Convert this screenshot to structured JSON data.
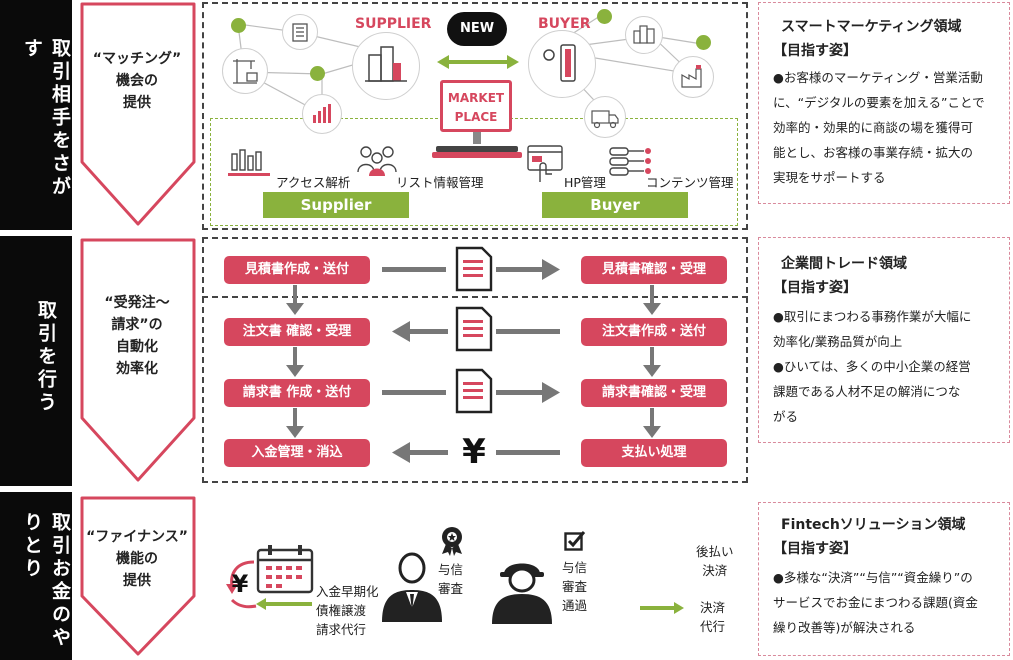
{
  "rows": [
    {
      "side_label": "取引相手をさがす",
      "chevron_lines": [
        "“マッチング”",
        "機会の",
        "提供"
      ]
    },
    {
      "side_label": "取引を行う",
      "chevron_lines": [
        "“受発注～",
        "請求”の",
        "自動化",
        "効率化"
      ]
    },
    {
      "side_label": "取引お金のやりとり",
      "chevron_lines": [
        "“ファイナンス”",
        "機能の",
        "提供"
      ]
    }
  ],
  "marketplace": {
    "supplier_label": "SUPPLIER",
    "buyer_label": "BUYER",
    "new_badge": "NEW",
    "market_line1": "MARKET",
    "market_line2": "PLACE",
    "access": "アクセス解析",
    "list_mgmt": "リスト情報管理",
    "hp_mgmt": "HP管理",
    "content_mgmt": "コンテンツ管理",
    "supplier_btn": "Supplier",
    "buyer_btn": "Buyer"
  },
  "trade": {
    "left": [
      "見積書作成・送付",
      "注文書 確認・受理",
      "請求書 作成・送付",
      "入金管理・消込"
    ],
    "right": [
      "見積書確認・受理",
      "注文書作成・送付",
      "請求書確認・受理",
      "支払い処理"
    ],
    "yen": "¥"
  },
  "finance": {
    "services": [
      "入金早期化",
      "債権譲渡",
      "請求代行"
    ],
    "credit": [
      "与信",
      "審査"
    ],
    "credit_pass": [
      "与信",
      "審査",
      "通過"
    ],
    "deferred": [
      "後払い",
      "決済"
    ],
    "settle": [
      "決済",
      "代行"
    ],
    "yen": "¥"
  },
  "right_boxes": [
    {
      "title": "スマートマーケティング領域",
      "sub": "【目指す姿】",
      "lines": [
        "●お客様のマーケティング・営業活動",
        "に、“デジタルの要素を加える”ことで",
        "効率的・効果的に商談の場を獲得可",
        "能とし、お客様の事業存続・拡大の",
        "実現をサポートする"
      ]
    },
    {
      "title": "企業間トレード領域",
      "sub": "【目指す姿】",
      "lines": [
        "●取引にまつわる事務作業が大幅に",
        "効率化/業務品質が向上",
        "●ひいては、多くの中小企業の経営",
        "課題である人材不足の解消につな",
        "がる"
      ]
    },
    {
      "title": "Fintechソリューション領域",
      "sub": "【目指す姿】",
      "lines": [
        "●多様な“決済”“与信”“資金繰り”の",
        "サービスでお金にまつわる課題(資金",
        "繰り改善等)が解決される"
      ]
    }
  ],
  "colors": {
    "accent": "#d6475e",
    "green": "#8ab23d",
    "band": "#0a0a0a"
  }
}
